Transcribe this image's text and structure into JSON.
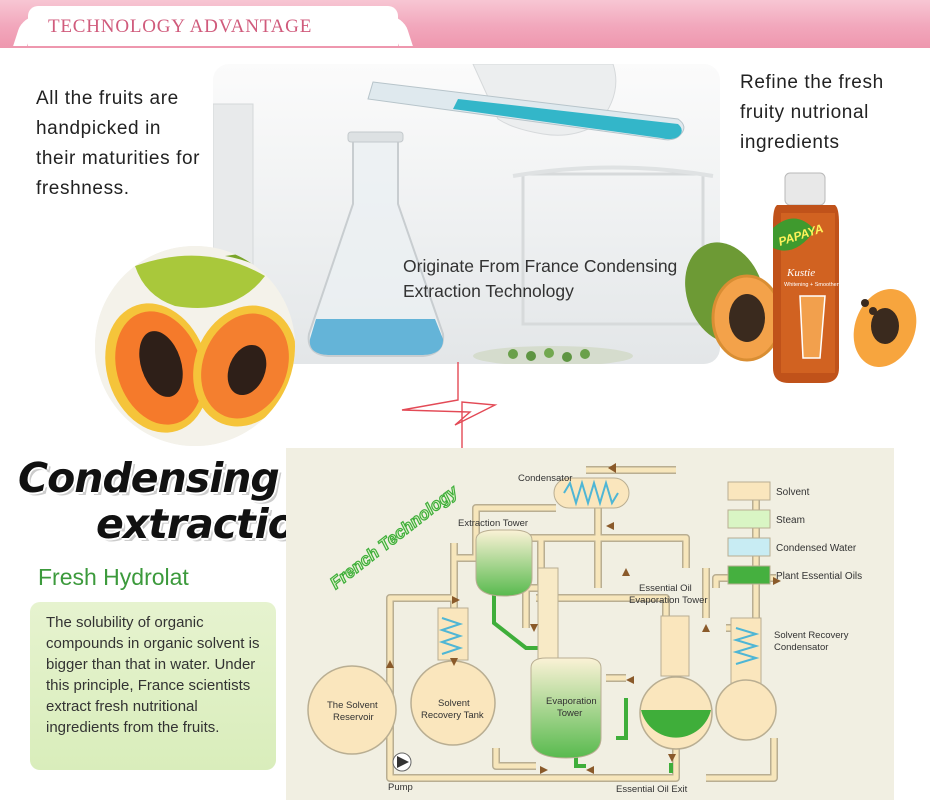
{
  "header": {
    "title": "TECHNOLOGY ADVANTAGE"
  },
  "intro": {
    "left_text": "All the fruits are handpicked in their maturities for freshness.",
    "right_text": "Refine the fresh fruity nutrional ingredients",
    "lab_caption_line1": "Originate From France Condensing",
    "lab_caption_line2": "Extraction Technology"
  },
  "product": {
    "brand": "PAPAYA",
    "name": "Kustie",
    "sub": "Whitening + Smoothening"
  },
  "section": {
    "title_line1": "Condensing",
    "title_line2": "extraction",
    "subtitle": "Fresh Hydrolat",
    "description": "The solubility of organic compounds in organic solvent is bigger than that in water. Under this principle, France scientists extract fresh nutritional ingredients from the fruits."
  },
  "diagram": {
    "stamp": "French Technology",
    "labels": {
      "condensator": "Condensator",
      "extraction_tower": "Extraction Tower",
      "essential_oil_evap_line1": "Essential Oil",
      "essential_oil_evap_line2": "Evaporation Tower",
      "solvent_recovery_condensator_line1": "Solvent Recovery",
      "solvent_recovery_condensator_line2": "Condensator",
      "solvent_reservoir_line1": "The Solvent",
      "solvent_reservoir_line2": "Reservoir",
      "solvent_recovery_tank_line1": "Solvent",
      "solvent_recovery_tank_line2": "Recovery Tank",
      "evaporation_tower_line1": "Evaporation",
      "evaporation_tower_line2": "Tower",
      "pump": "Pump",
      "essential_oil_exit": "Essential Oil Exit"
    },
    "legend": [
      {
        "label": "Solvent",
        "color": "#fae6bd"
      },
      {
        "label": "Steam",
        "color": "#d9f5c4"
      },
      {
        "label": "Condensed Water",
        "color": "#c8ecf3"
      },
      {
        "label": "Plant Essential Oils",
        "color": "#45b03f"
      }
    ],
    "colors": {
      "pipe": "#f6e3b4",
      "pipe_edge": "#b9ae92",
      "oil": "#3fae3a",
      "arrow": "#8a5a2a"
    }
  }
}
